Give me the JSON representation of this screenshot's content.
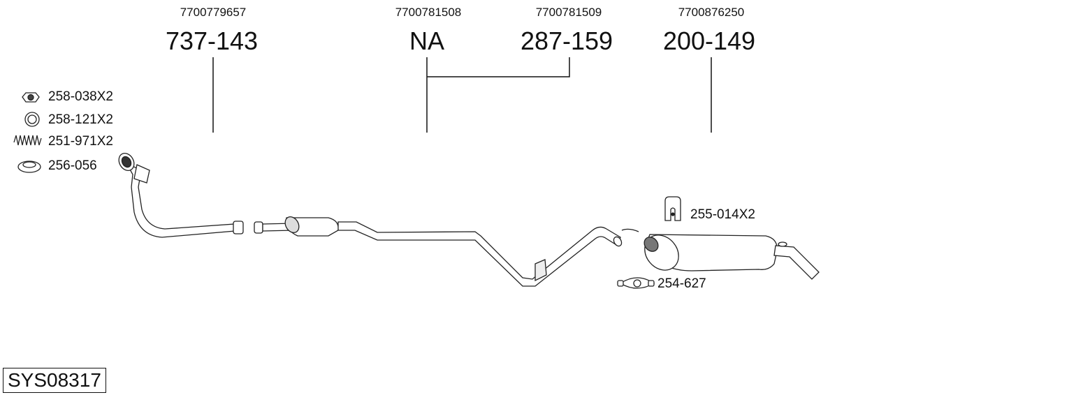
{
  "columns": [
    {
      "oem": "7700779657",
      "part": "737-143"
    },
    {
      "oem": "7700781508",
      "part": "NA"
    },
    {
      "oem": "7700781509",
      "part": "287-159"
    },
    {
      "oem": "7700876250",
      "part": "200-149"
    }
  ],
  "accessories": [
    {
      "label": "258-038X2",
      "icon": "nut-icon"
    },
    {
      "label": "258-121X2",
      "icon": "ring-icon"
    },
    {
      "label": "251-971X2",
      "icon": "spring-icon"
    },
    {
      "label": "256-056",
      "icon": "gasket-icon"
    },
    {
      "label": "255-014X2",
      "icon": "hanger-icon"
    },
    {
      "label": "254-627",
      "icon": "clamp-icon"
    }
  ],
  "system_code": "SYS08317"
}
